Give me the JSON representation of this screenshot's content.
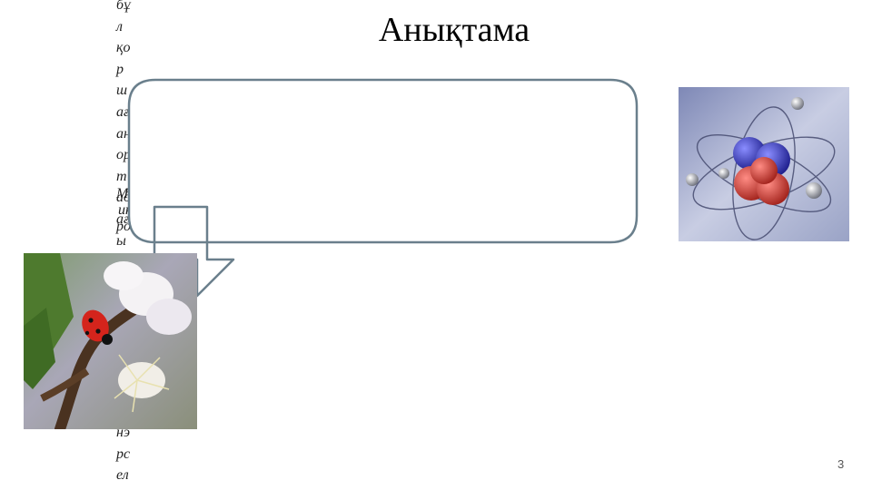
{
  "slide": {
    "title": "Анықтама",
    "page_number": "3",
    "vertical_text_upper": [
      "бұ",
      "л",
      "қо",
      "р",
      "ш",
      "ағ",
      "ан",
      "ор",
      "т",
      "ад",
      "ағ",
      "ы"
    ],
    "overlap_text": [
      "М",
      "ик",
      "ро"
    ],
    "vertical_text_lower": [
      "нэ",
      "рс",
      "ел"
    ]
  },
  "images": {
    "ladybug": "ladybug-on-blossom-photo",
    "atom": "atom-model-illustration"
  },
  "colors": {
    "callout_border": "#6a7f8c",
    "callout_fill": "#ffffff"
  }
}
